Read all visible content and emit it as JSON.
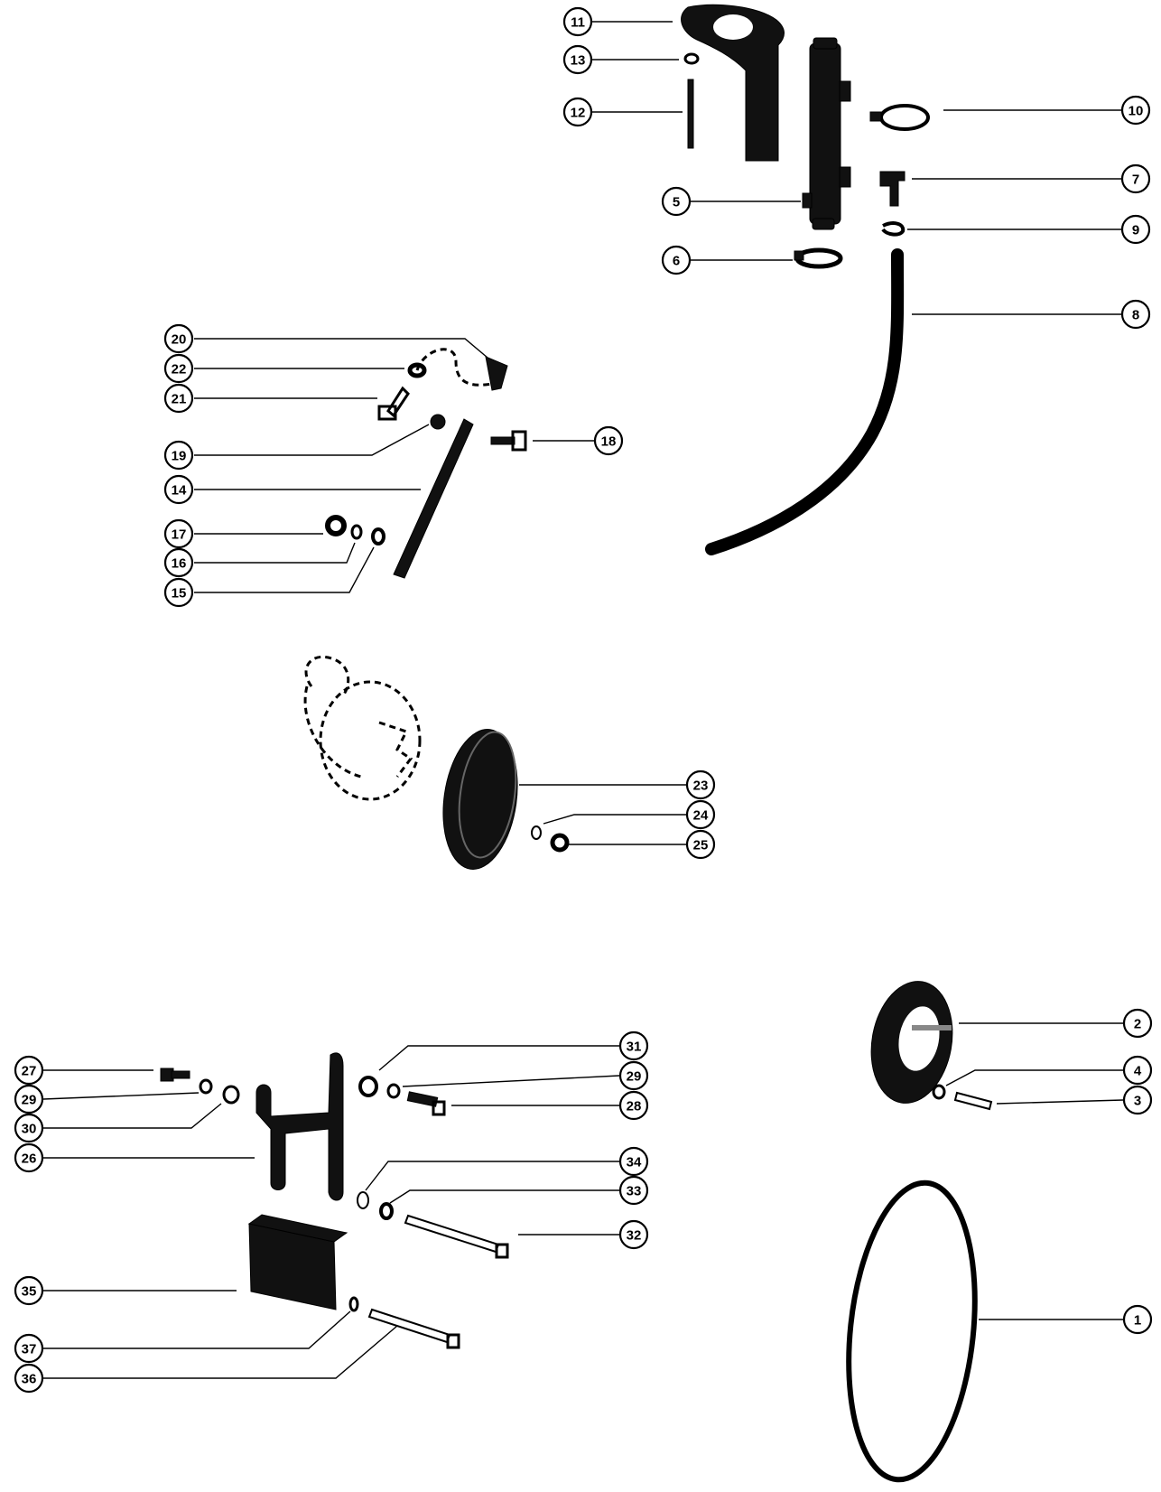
{
  "callouts": [
    {
      "id": "c11",
      "label": "11"
    },
    {
      "id": "c13",
      "label": "13"
    },
    {
      "id": "c12",
      "label": "12"
    },
    {
      "id": "c10",
      "label": "10"
    },
    {
      "id": "c7",
      "label": "7"
    },
    {
      "id": "c5",
      "label": "5"
    },
    {
      "id": "c9",
      "label": "9"
    },
    {
      "id": "c6",
      "label": "6"
    },
    {
      "id": "c8",
      "label": "8"
    },
    {
      "id": "c20",
      "label": "20"
    },
    {
      "id": "c22",
      "label": "22"
    },
    {
      "id": "c21",
      "label": "21"
    },
    {
      "id": "c18",
      "label": "18"
    },
    {
      "id": "c19",
      "label": "19"
    },
    {
      "id": "c14",
      "label": "14"
    },
    {
      "id": "c17",
      "label": "17"
    },
    {
      "id": "c16",
      "label": "16"
    },
    {
      "id": "c15",
      "label": "15"
    },
    {
      "id": "c23",
      "label": "23"
    },
    {
      "id": "c24",
      "label": "24"
    },
    {
      "id": "c25",
      "label": "25"
    },
    {
      "id": "c2",
      "label": "2"
    },
    {
      "id": "c31",
      "label": "31"
    },
    {
      "id": "c27",
      "label": "27"
    },
    {
      "id": "c29a",
      "label": "29"
    },
    {
      "id": "c29b",
      "label": "29"
    },
    {
      "id": "c4",
      "label": "4"
    },
    {
      "id": "c30",
      "label": "30"
    },
    {
      "id": "c28",
      "label": "28"
    },
    {
      "id": "c3",
      "label": "3"
    },
    {
      "id": "c26",
      "label": "26"
    },
    {
      "id": "c34",
      "label": "34"
    },
    {
      "id": "c33",
      "label": "33"
    },
    {
      "id": "c32",
      "label": "32"
    },
    {
      "id": "c35",
      "label": "35"
    },
    {
      "id": "c1",
      "label": "1"
    },
    {
      "id": "c37",
      "label": "37"
    },
    {
      "id": "c36",
      "label": "36"
    }
  ]
}
